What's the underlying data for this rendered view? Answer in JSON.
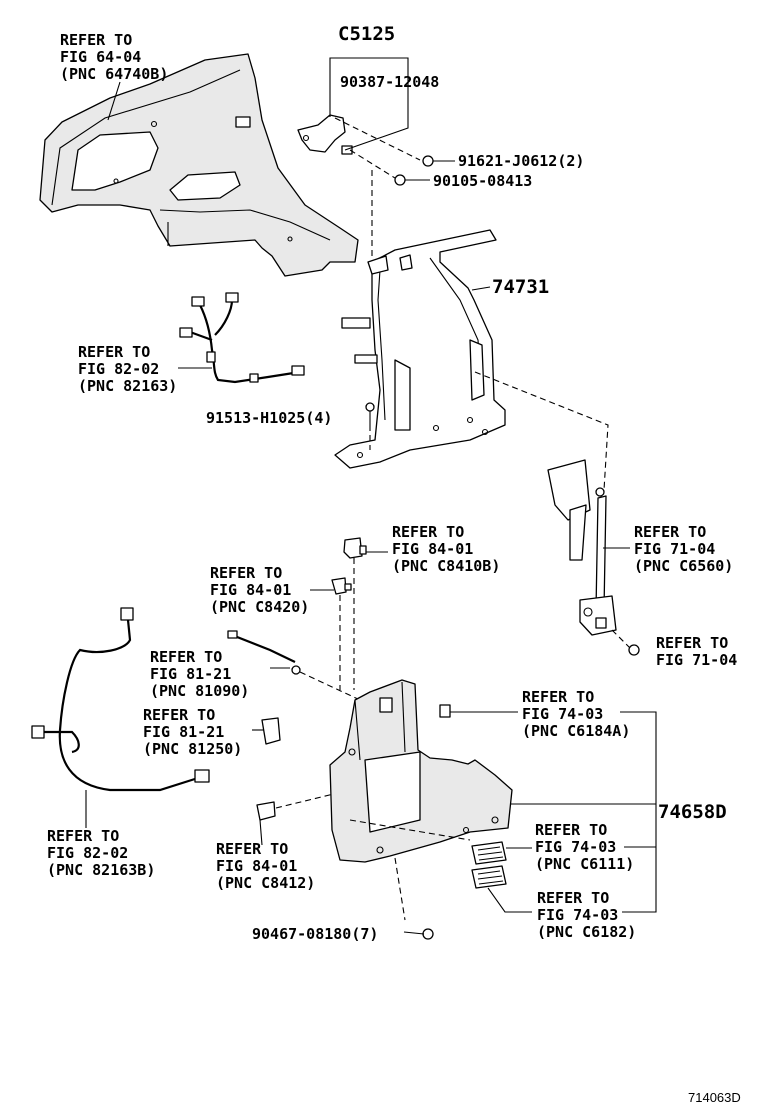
{
  "diagram_id": "714063D",
  "callouts": {
    "quarter_trim": [
      "REFER TO",
      "FIG 64-04",
      "(PNC 64740B)"
    ],
    "c5125": "C5125",
    "p90387": "90387-12048",
    "p91621": "91621-J0612(2)",
    "p90105": "90105-08413",
    "p74731": "74731",
    "harness_upper": [
      "REFER TO",
      "FIG 82-02",
      "(PNC 82163)"
    ],
    "p91513": "91513-H1025(4)",
    "c8410b": [
      "REFER TO",
      "FIG 84-01",
      "(PNC C8410B)"
    ],
    "c6560": [
      "REFER TO",
      "FIG 71-04",
      "(PNC C6560)"
    ],
    "c8420": [
      "REFER TO",
      "FIG 84-01",
      "(PNC C8420)"
    ],
    "fig7104_bolt": [
      "REFER TO",
      "FIG 71-04"
    ],
    "p81090": [
      "REFER TO",
      "FIG 81-21",
      "(PNC 81090)"
    ],
    "c6184a": [
      "REFER TO",
      "FIG 74-03",
      "(PNC C6184A)"
    ],
    "p81250": [
      "REFER TO",
      "FIG 81-21",
      "(PNC 81250)"
    ],
    "p74658d": "74658D",
    "harness_lower": [
      "REFER TO",
      "FIG 82-02",
      "(PNC 82163B)"
    ],
    "c6111": [
      "REFER TO",
      "FIG 74-03",
      "(PNC C6111)"
    ],
    "c8412": [
      "REFER TO",
      "FIG 84-01",
      "(PNC C8412)"
    ],
    "c6182": [
      "REFER TO",
      "FIG 74-03",
      "(PNC C6182)"
    ],
    "p90467": "90467-08180(7)"
  }
}
